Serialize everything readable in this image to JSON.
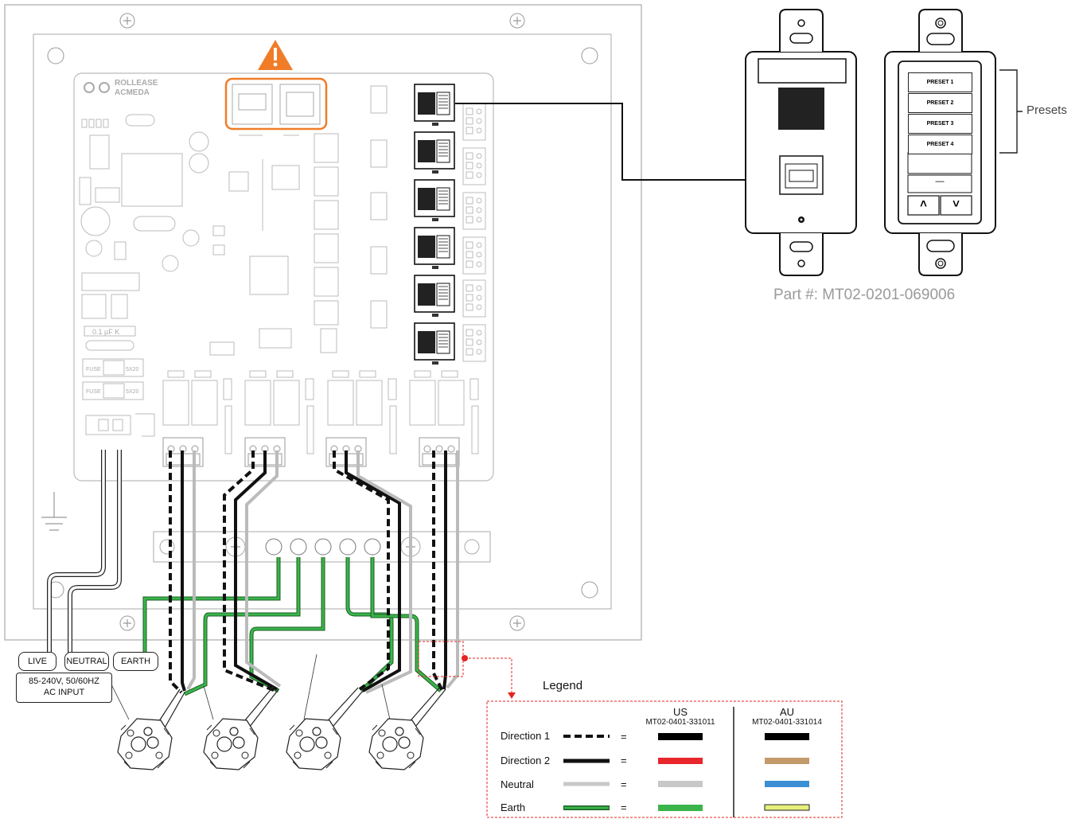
{
  "warning_icon": "warning-triangle-icon",
  "board": {
    "brand_line1": "ROLLEASE",
    "brand_line2": "ACMEDA",
    "cap_label": "0.1 µF K",
    "fuse1_label": "FUSE",
    "fuse1_size": "5X20",
    "fuse2_label": "FUSE",
    "fuse2_size": "5X20"
  },
  "labels": {
    "live": "LIVE",
    "neutral": "NEUTRAL",
    "earth": "EARTH",
    "ac_line1": "85-240V, 50/60HZ",
    "ac_line2": "AC INPUT"
  },
  "keypad": {
    "part_number": "Part #: MT02-0201-069006",
    "presets_label": "Presets",
    "buttons": [
      "PRESET 1",
      "PRESET 2",
      "PRESET 3",
      "PRESET 4"
    ],
    "dash": "—",
    "up": "˄",
    "down": "˅"
  },
  "legend": {
    "title": "Legend",
    "col_us": "US",
    "col_us_part": "MT02-0401-331011",
    "col_au": "AU",
    "col_au_part": "MT02-0401-331014",
    "eq": "=",
    "rows": [
      {
        "label": "Direction 1",
        "us_color": "#000000",
        "au_color": "#000000",
        "style": "dashed-black"
      },
      {
        "label": "Direction 2",
        "us_color": "#e8262b",
        "au_color": "#c39a6b",
        "style": "solid-black"
      },
      {
        "label": "Neutral",
        "us_color": "#c8c8c8",
        "au_color": "#3c8fd4",
        "style": "solid-grey"
      },
      {
        "label": "Earth",
        "us_color": "#39b54a",
        "au_color": "#e6f07a",
        "style": "green-outlined"
      }
    ]
  },
  "colors": {
    "accent_orange": "#f07c28",
    "callout_red": "#e52421",
    "earth_green": "#39b54a",
    "neutral_grey": "#b5b5b5"
  }
}
